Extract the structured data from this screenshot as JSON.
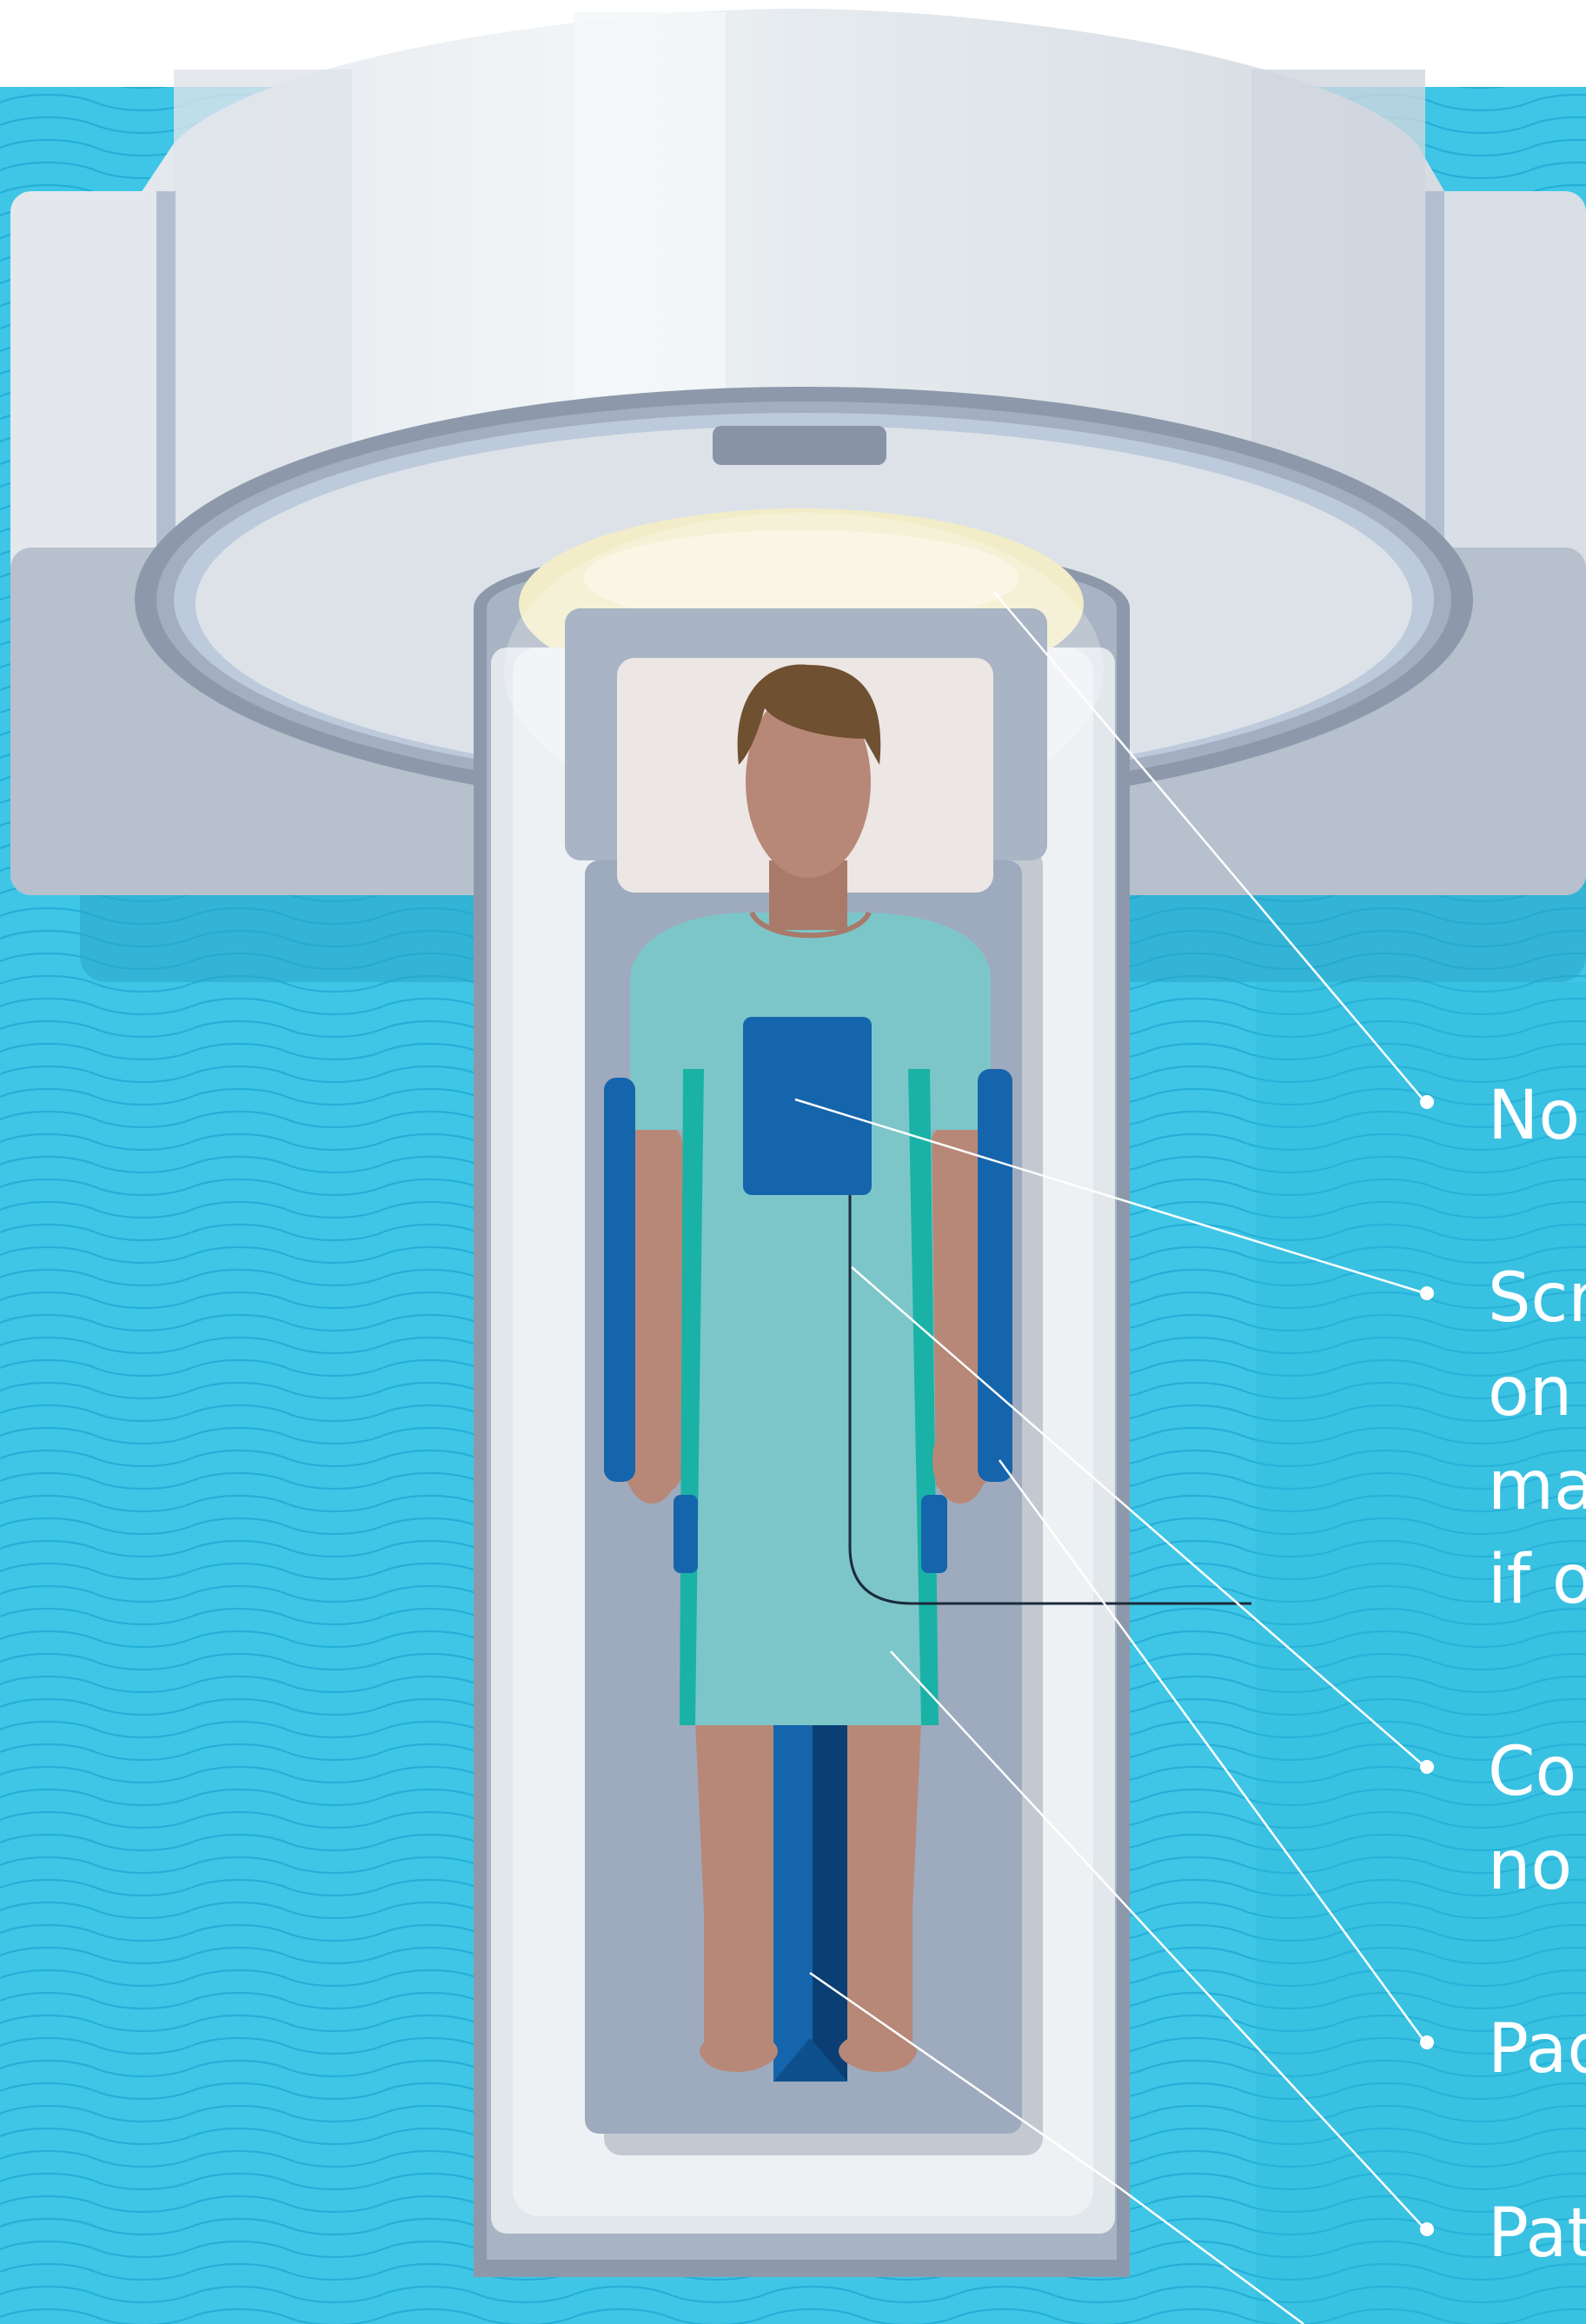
{
  "colors": {
    "background_water": "#3fc6e6",
    "water_lines": "#1aa6d3",
    "machine_light": "#e6ebef",
    "machine_mid": "#b7c0cd",
    "machine_dark": "#8d99ab",
    "bore_glow": "#f2edc8",
    "gown": "#7cc6c9",
    "gown_edge": "#1ab2a6",
    "skin": "#b78877",
    "hair": "#6f5030",
    "pillow": "#ece6e4",
    "pad_blue": "#1565ad",
    "pad_dark": "#0b3f74",
    "leader_line": "#ffffff",
    "cable": "#1b2a3a",
    "label_text": "#ffffff"
  },
  "callouts": [
    {
      "id": "no",
      "text": "No"
    },
    {
      "id": "scr",
      "text": "Scr\non\nma\nif o"
    },
    {
      "id": "co",
      "text": "Co\nno"
    },
    {
      "id": "pad",
      "text": "Pad"
    },
    {
      "id": "pat",
      "text": "Pat"
    }
  ]
}
